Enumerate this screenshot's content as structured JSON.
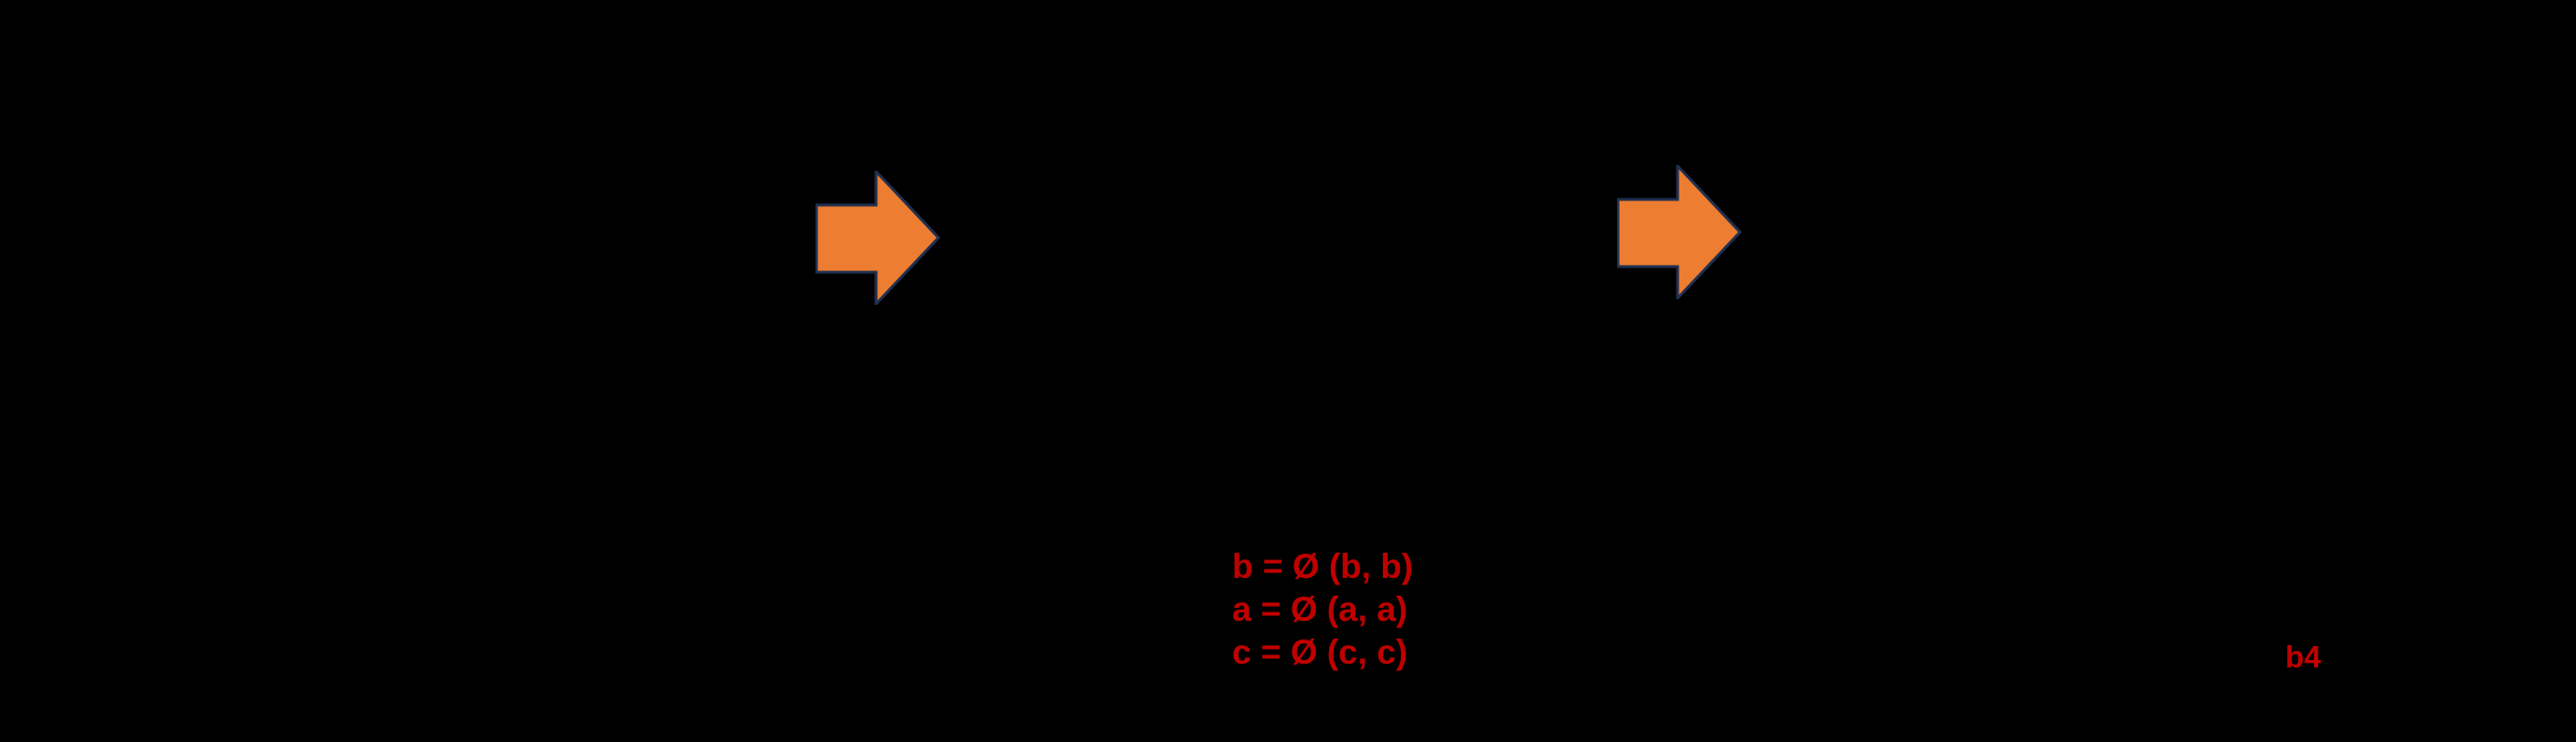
{
  "slide": {
    "arrows": [
      {
        "name": "right-arrow-1"
      },
      {
        "name": "right-arrow-2"
      }
    ],
    "annotations": {
      "phi_assignments": [
        "b = Ø (b, b)",
        "a = Ø (a, a)",
        "c = Ø (c, c)"
      ],
      "block_label": "b4"
    }
  },
  "colors": {
    "background": "#000000",
    "arrow_fill": "#ED7D31",
    "arrow_stroke": "#1F3050",
    "annotation_red": "#C00000"
  }
}
